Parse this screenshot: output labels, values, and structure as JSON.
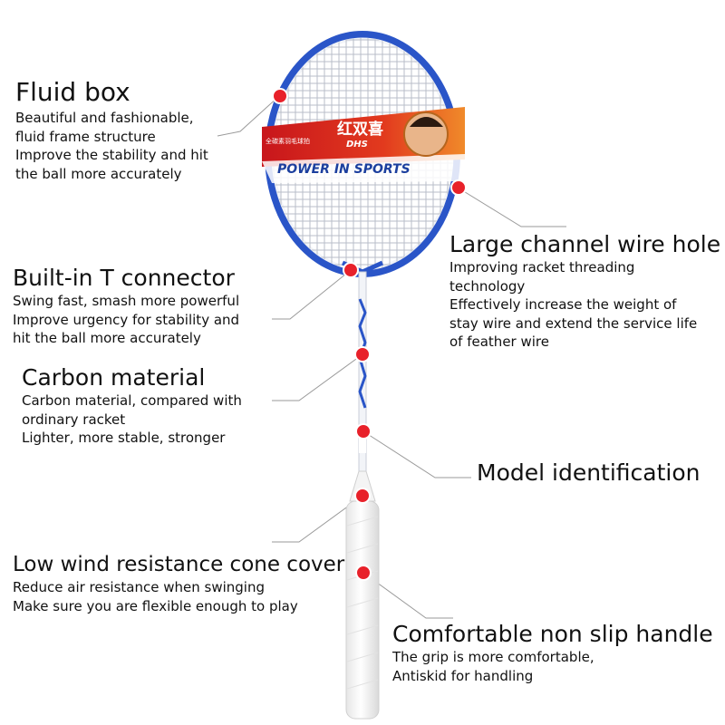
{
  "product": {
    "brand_cn": "红双喜",
    "brand": "DHS",
    "tag_cn": "全碳素羽毛球拍",
    "slogan": "POWER IN SPORTS"
  },
  "features": {
    "fluid_box": {
      "title": "Fluid box",
      "lines": [
        "Beautiful and fashionable,",
        "fluid frame structure",
        "Improve the stability and hit",
        "the ball more accurately"
      ]
    },
    "channel_hole": {
      "title": "Large channel wire hole",
      "lines": [
        "Improving racket threading",
        "technology",
        "Effectively increase the weight of",
        "stay wire and extend the service life",
        "of feather wire"
      ]
    },
    "t_connector": {
      "title": "Built-in T connector",
      "lines": [
        "Swing fast, smash more powerful",
        "Improve urgency for stability and",
        "hit the ball more accurately"
      ]
    },
    "carbon": {
      "title": "Carbon material",
      "lines": [
        "Carbon material, compared with",
        "ordinary racket",
        "Lighter, more stable, stronger"
      ]
    },
    "model": {
      "title": "Model identification",
      "lines": []
    },
    "cone_cover": {
      "title": "Low wind resistance cone cover",
      "lines": [
        "Reduce air resistance when swinging",
        "Make sure you are flexible enough to play"
      ]
    },
    "handle": {
      "title": "Comfortable non slip handle",
      "lines": [
        "The grip is more comfortable,",
        "Antiskid for handling"
      ]
    }
  },
  "colors": {
    "frame_blue": "#2a55c8",
    "frame_white": "#f2f4f8",
    "marker_red": "#e8212a",
    "banner_red": "#d51f24",
    "callout_line": "#9a9a9a"
  }
}
